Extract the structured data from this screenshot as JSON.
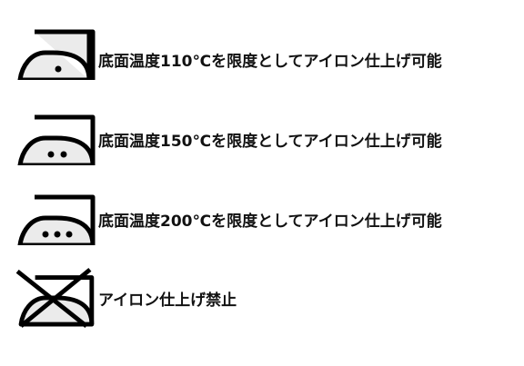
{
  "symbols": [
    {
      "dots": 1,
      "label": "底面温度110℃を限度としてアイロン仕上げ可能",
      "icon": "iron-low-temp-icon"
    },
    {
      "dots": 2,
      "label": "底面温度150℃を限度としてアイロン仕上げ可能",
      "icon": "iron-medium-temp-icon"
    },
    {
      "dots": 3,
      "label": "底面温度200℃を限度としてアイロン仕上げ可能",
      "icon": "iron-high-temp-icon"
    },
    {
      "dots": 0,
      "label": "アイロン仕上げ禁止",
      "icon": "iron-prohibited-icon"
    }
  ]
}
